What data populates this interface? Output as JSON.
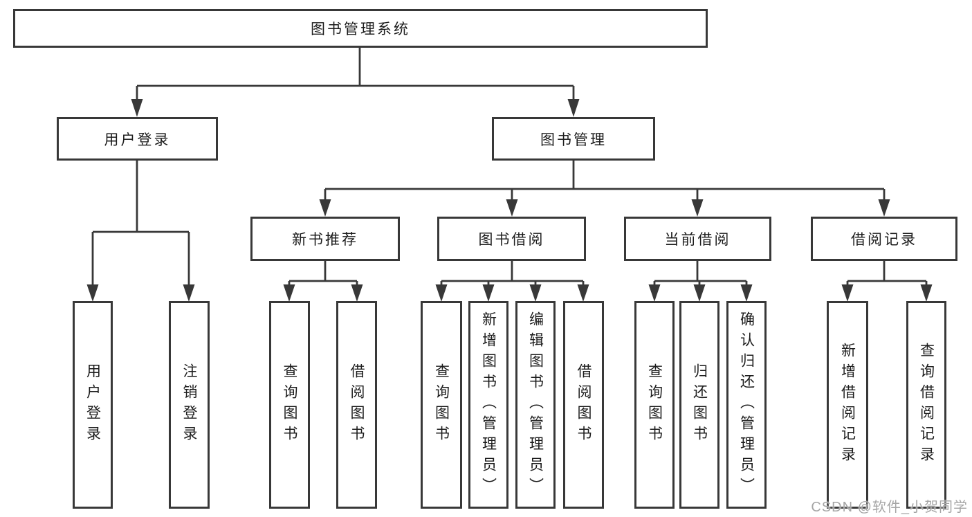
{
  "diagram": {
    "root": {
      "label": "图书管理系统"
    },
    "branches": [
      {
        "label": "用户登录",
        "children": [
          {
            "label": "用户登录"
          },
          {
            "label": "注销登录"
          }
        ]
      },
      {
        "label": "图书管理",
        "children": [
          {
            "label": "新书推荐",
            "children": [
              {
                "label": "查询图书"
              },
              {
                "label": "借阅图书"
              }
            ]
          },
          {
            "label": "图书借阅",
            "children": [
              {
                "label": "查询图书"
              },
              {
                "label": "新增图书（管理员）"
              },
              {
                "label": "编辑图书（管理员）"
              },
              {
                "label": "借阅图书"
              }
            ]
          },
          {
            "label": "当前借阅",
            "children": [
              {
                "label": "查询图书"
              },
              {
                "label": "归还图书"
              },
              {
                "label": "确认归还（管理员）"
              }
            ]
          },
          {
            "label": "借阅记录",
            "children": [
              {
                "label": "新增借阅记录"
              },
              {
                "label": "查询借阅记录"
              }
            ]
          }
        ]
      }
    ]
  },
  "watermark": {
    "text": "CSDN @软件_小贺同学"
  },
  "colors": {
    "line": "#383838",
    "box_border": "#383838",
    "text": "#1c1c1c",
    "background": "#ffffff",
    "watermark": "#a6a6a6"
  }
}
